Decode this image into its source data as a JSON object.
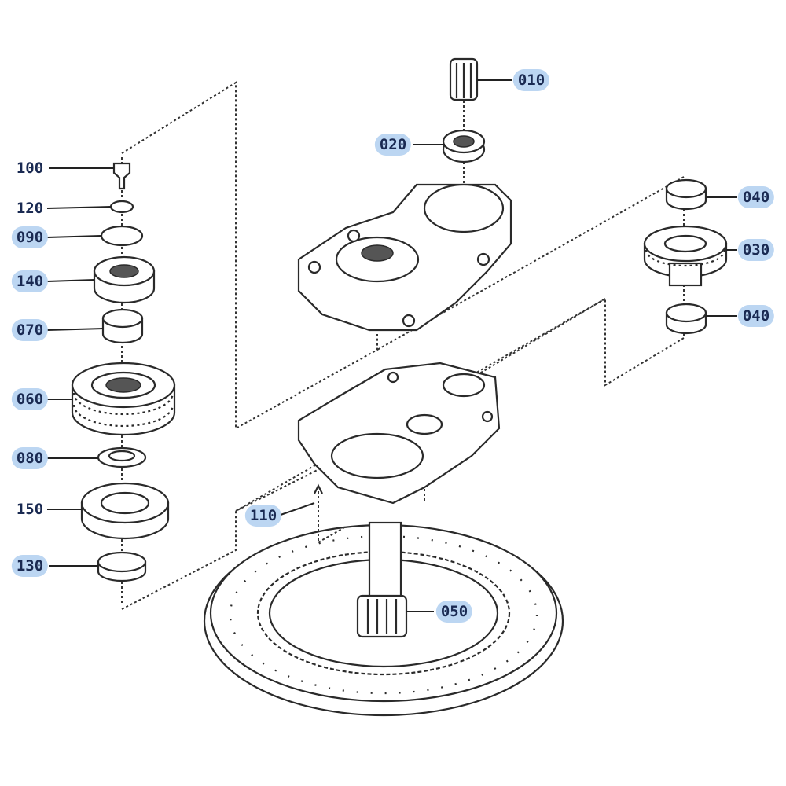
{
  "callouts": [
    {
      "id": "010",
      "label": "010"
    },
    {
      "id": "020",
      "label": "020"
    },
    {
      "id": "100",
      "label": "100"
    },
    {
      "id": "120",
      "label": "120"
    },
    {
      "id": "090",
      "label": "090"
    },
    {
      "id": "140",
      "label": "140"
    },
    {
      "id": "070",
      "label": "070"
    },
    {
      "id": "060",
      "label": "060"
    },
    {
      "id": "080",
      "label": "080"
    },
    {
      "id": "150",
      "label": "150"
    },
    {
      "id": "130",
      "label": "130"
    },
    {
      "id": "040a",
      "label": "040"
    },
    {
      "id": "030",
      "label": "030"
    },
    {
      "id": "040b",
      "label": "040"
    },
    {
      "id": "110",
      "label": "110"
    },
    {
      "id": "050",
      "label": "050"
    }
  ],
  "colors": {
    "callout_bg": "#bcd6f2",
    "callout_text": "#1a2a52",
    "line": "#2a2a2a"
  }
}
